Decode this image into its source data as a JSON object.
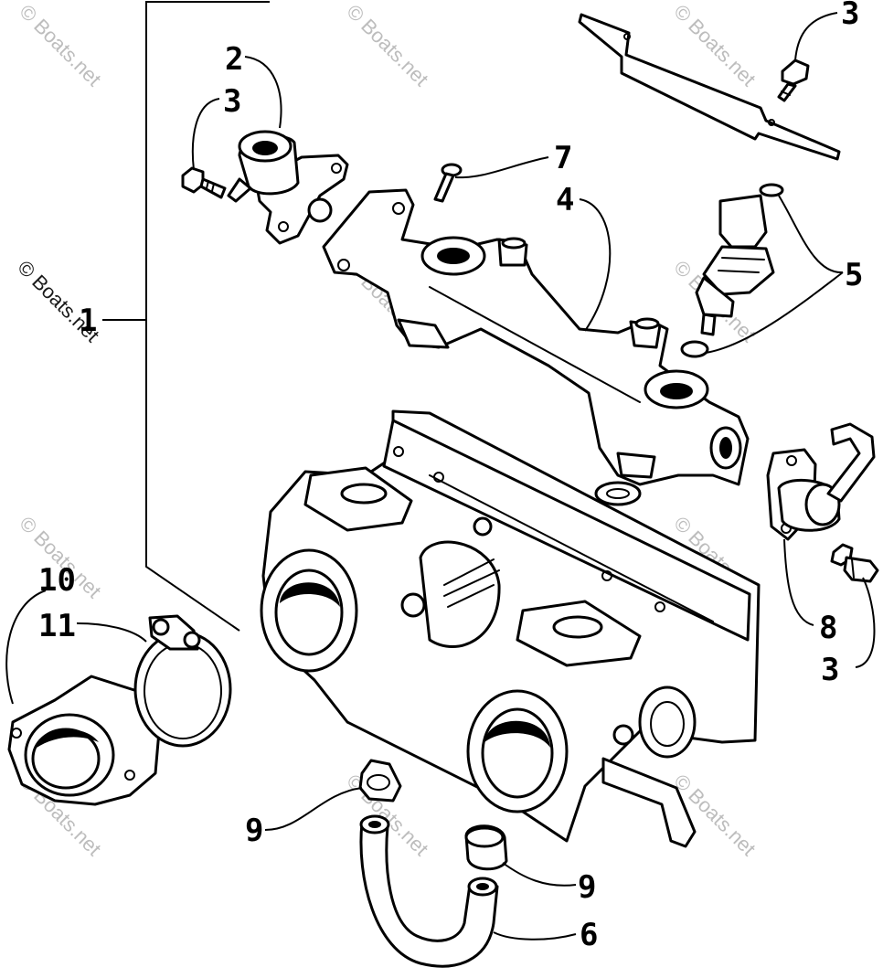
{
  "callouts": {
    "c1": "1",
    "c2": "2",
    "c3a": "3",
    "c3b": "3",
    "c3c": "3",
    "c4": "4",
    "c5": "5",
    "c6": "6",
    "c7": "7",
    "c8": "8",
    "c9a": "9",
    "c9b": "9",
    "c10": "10",
    "c11": "11"
  },
  "watermark": {
    "text": "© Boats.net"
  },
  "colors": {
    "line": "#000000",
    "background": "#ffffff",
    "watermark": "#bdbdbd"
  }
}
